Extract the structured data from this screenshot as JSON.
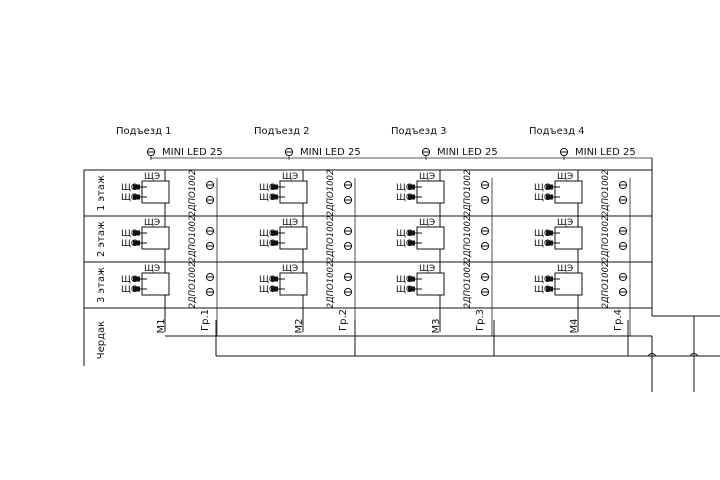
{
  "entrances": [
    {
      "title": "Подъезд 1",
      "lamp": "MINI LED 25",
      "riser": "М1",
      "group": "Гр.1"
    },
    {
      "title": "Подъезд 2",
      "lamp": "MINI LED 25",
      "riser": "М2",
      "group": "Гр.2"
    },
    {
      "title": "Подъезд 3",
      "lamp": "MINI LED 25",
      "riser": "М3",
      "group": "Гр.3"
    },
    {
      "title": "Подъезд 4",
      "lamp": "MINI LED 25",
      "riser": "М4",
      "group": "Гр.4"
    }
  ],
  "floors": [
    "1 этаж",
    "2 этаж",
    "3 этаж"
  ],
  "attic": "Чердак",
  "panel_label": "ЩЭ",
  "socket_label": "ЩС",
  "fixture_mark": "2ДПО1002"
}
